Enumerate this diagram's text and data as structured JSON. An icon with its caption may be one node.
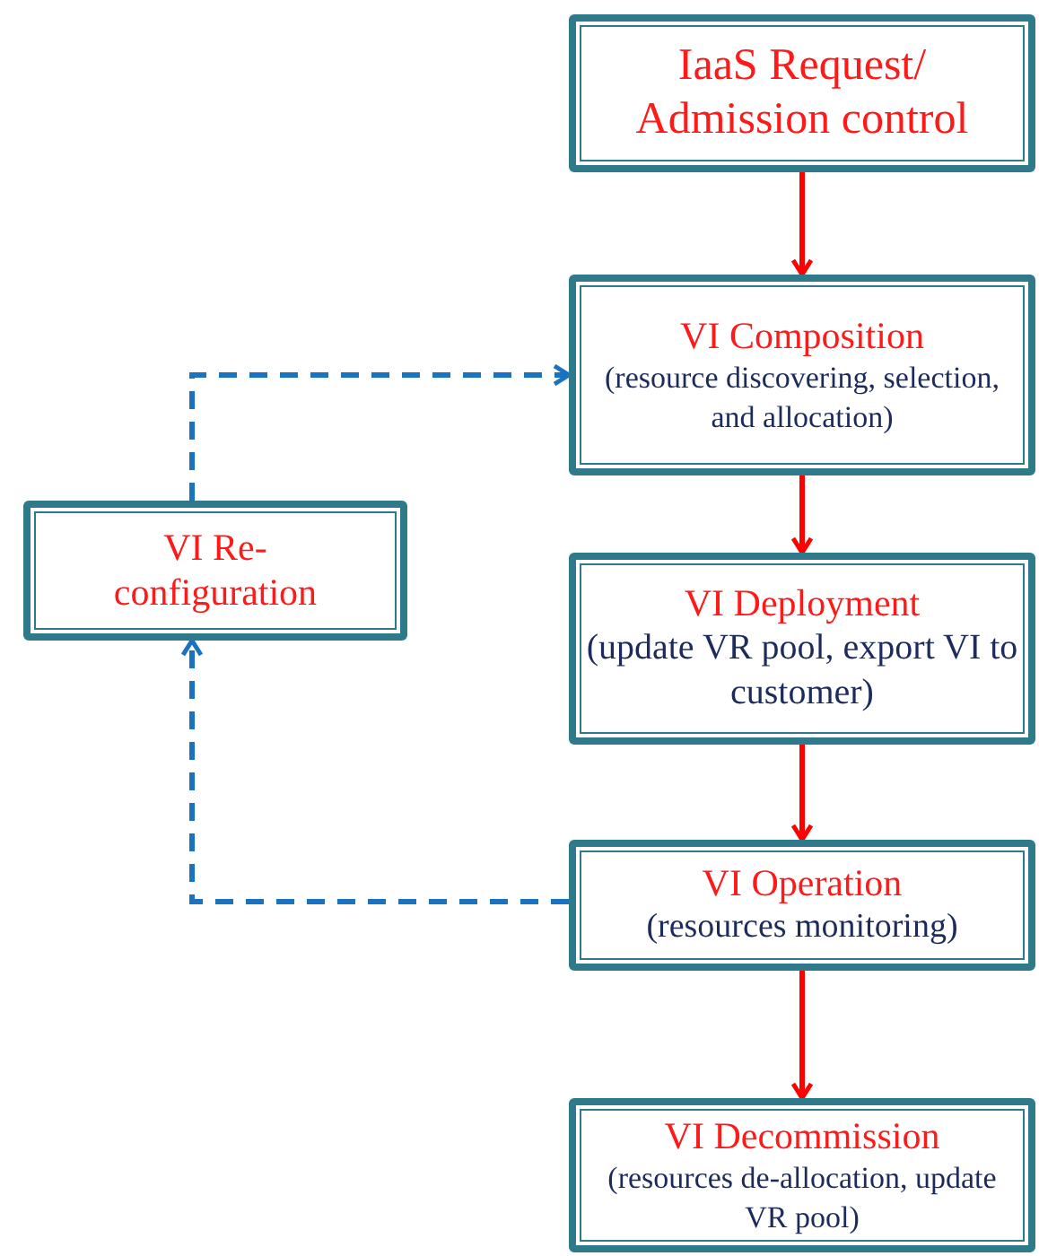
{
  "diagram": {
    "nodes": [
      {
        "text": [
          "IaaS Request/ Admission control"
        ]
      },
      {
        "text": [
          "VI Composition",
          "(resource discovering, selection, and allocation)"
        ]
      },
      {
        "text": [
          "VI Deployment",
          "(update VR pool, export VI to customer)"
        ]
      },
      {
        "text": [
          "VI Operation",
          "(resources monitoring)"
        ]
      },
      {
        "text": [
          "VI Decommission",
          "(resources de-allocation, update VR pool)"
        ]
      },
      {
        "text": [
          "VI Re-configuration"
        ]
      }
    ],
    "edges": [
      {
        "from": 0,
        "to": 1,
        "arrow": "to"
      },
      {
        "from": 1,
        "to": 2,
        "arrow": "to"
      },
      {
        "from": 2,
        "to": 3,
        "arrow": "to"
      },
      {
        "from": 3,
        "to": 4,
        "arrow": "to"
      },
      {
        "from": 3,
        "to": 5,
        "arrow": "to",
        "style": "dashed",
        "color": "#1a73c0"
      },
      {
        "from": 5,
        "to": 1,
        "arrow": "to",
        "style": "dashed",
        "color": "#1a73c0"
      }
    ]
  }
}
